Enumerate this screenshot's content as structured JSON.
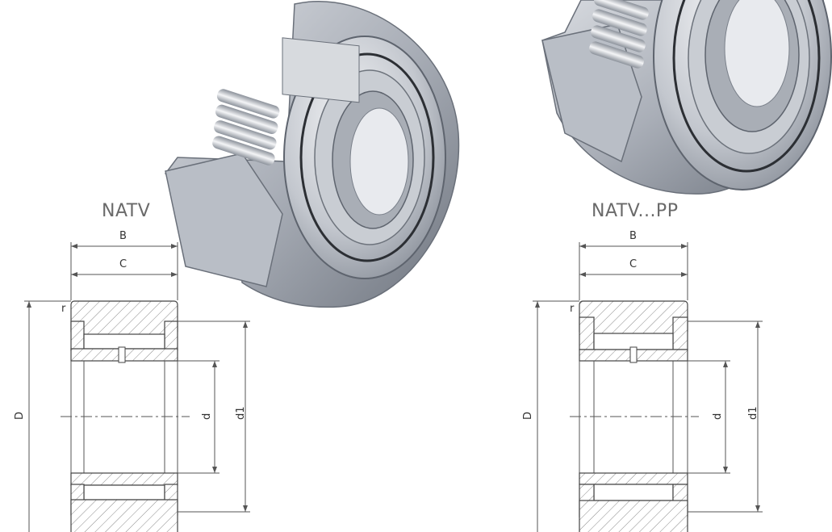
{
  "diagrams": [
    {
      "title": "NATV",
      "labels": {
        "width_outer": "B",
        "width_inner": "C",
        "radius": "r",
        "outer_diameter": "D",
        "bore": "d",
        "raceway": "d1"
      }
    },
    {
      "title": "NATV...PP",
      "labels": {
        "width_outer": "B",
        "width_inner": "C",
        "radius": "r",
        "outer_diameter": "D",
        "bore": "d",
        "raceway": "d1"
      }
    }
  ],
  "colors": {
    "metal_light": "#e4e6ea",
    "metal_mid": "#b9bec6",
    "metal_dark": "#7d838d",
    "line": "#555555",
    "hatch": "#888888"
  }
}
